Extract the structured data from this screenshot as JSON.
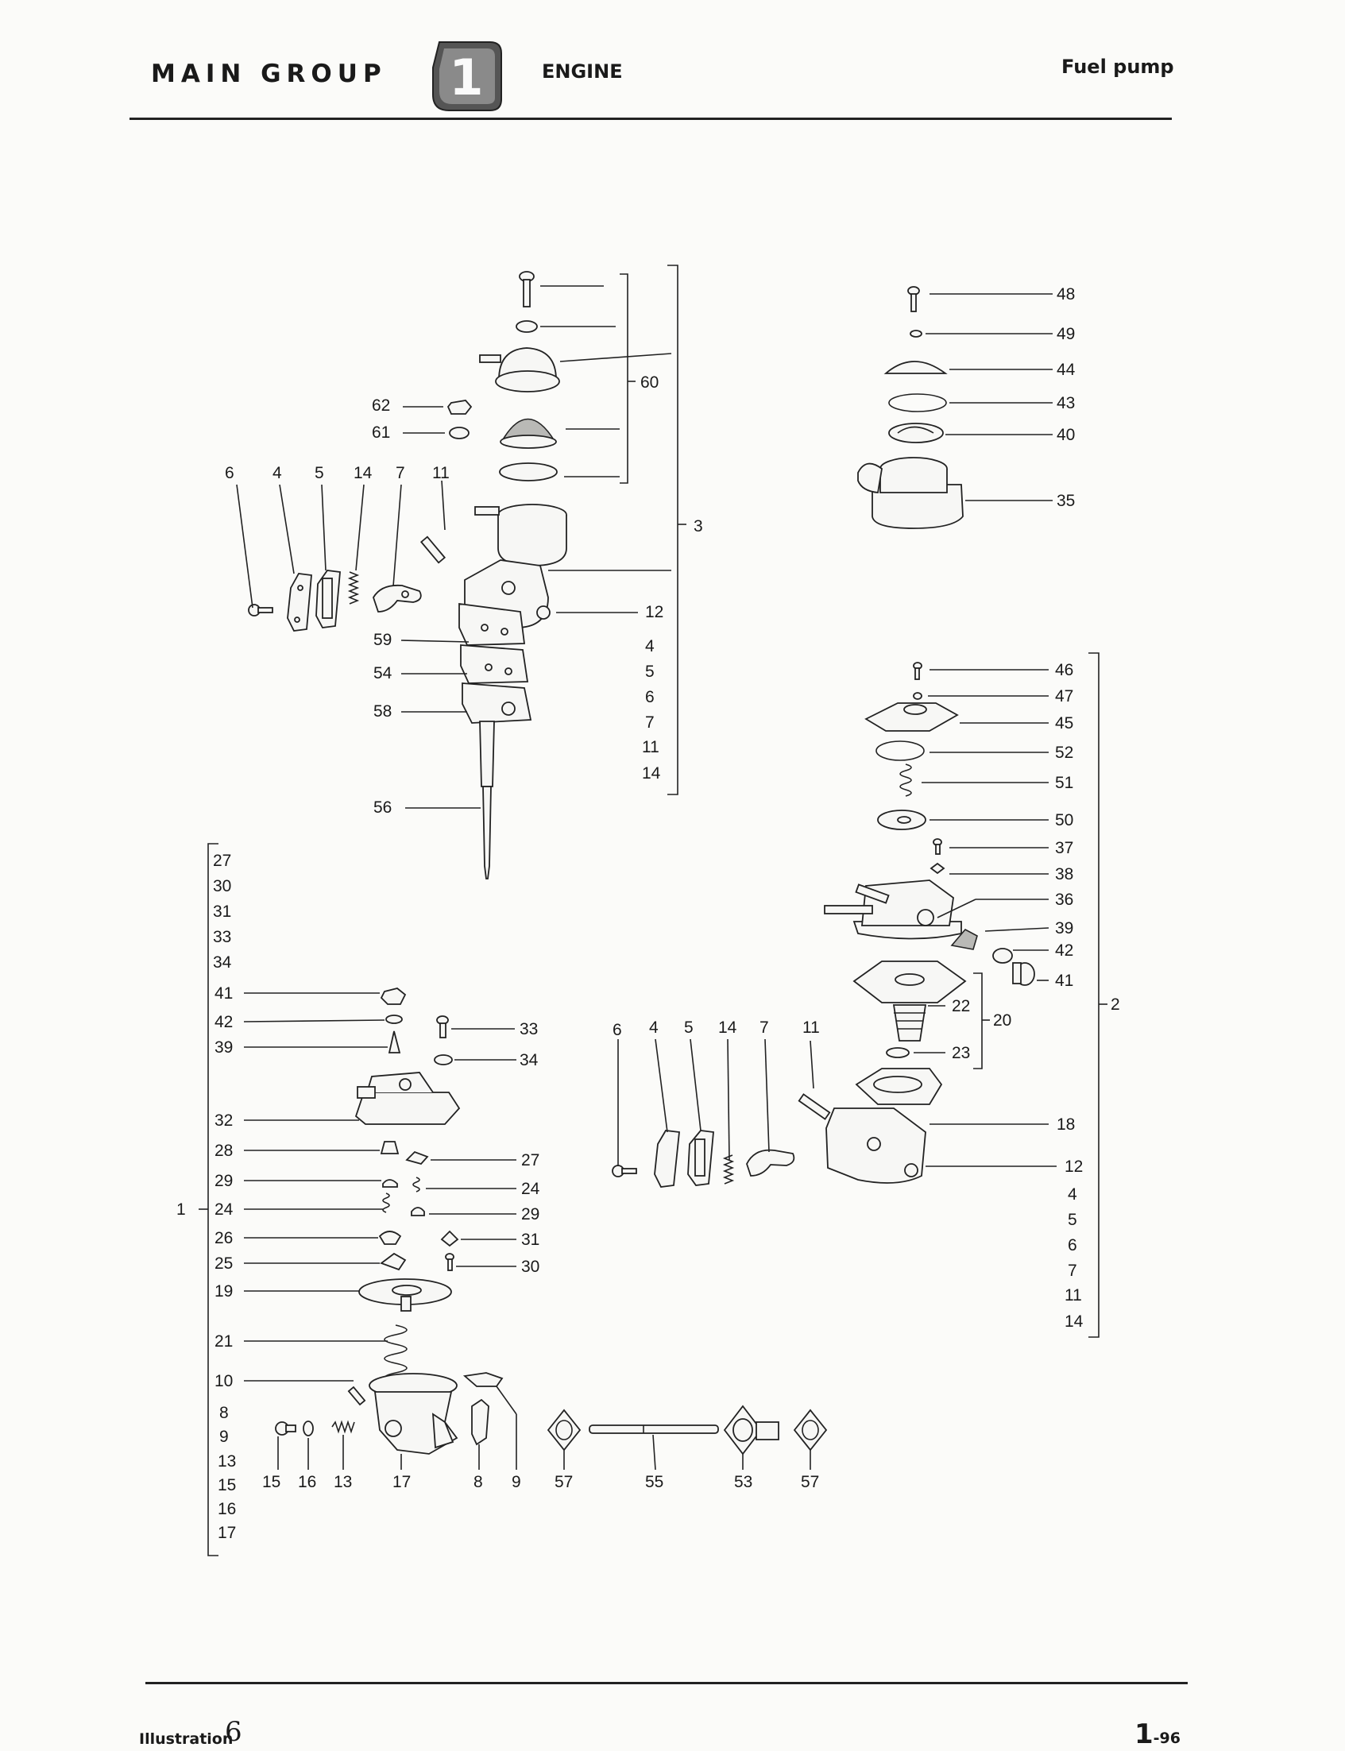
{
  "header": {
    "main_group": "MAIN GROUP",
    "group_number": "1",
    "engine": "ENGINE",
    "section": "Fuel pump"
  },
  "footer": {
    "illustration_label": "Illustration",
    "illustration_number": "6",
    "page_major": "1",
    "page_minor": "-96"
  },
  "labels": {
    "p60": "60",
    "p3": "3",
    "p62": "62",
    "p61": "61",
    "p6a": "6",
    "p4a": "4",
    "p5a": "5",
    "p14a": "14",
    "p7a": "7",
    "p11a": "11",
    "p12a": "12",
    "p59": "59",
    "p54": "54",
    "p58": "58",
    "p56": "56",
    "r3_4": "4",
    "r3_5": "5",
    "r3_6": "6",
    "r3_7": "7",
    "r3_11": "11",
    "r3_14": "14",
    "p48": "48",
    "p49": "49",
    "p44": "44",
    "p43": "43",
    "p40": "40",
    "p35": "35",
    "p46": "46",
    "p47": "47",
    "p45": "45",
    "p52": "52",
    "p51": "51",
    "p50": "50",
    "p37": "37",
    "p38": "38",
    "p36": "36",
    "p39r": "39",
    "p42r": "42",
    "p41r": "41",
    "p22": "22",
    "p20": "20",
    "p23": "23",
    "p2": "2",
    "p6b": "6",
    "p4b": "4",
    "p5b": "5",
    "p14b": "14",
    "p7b": "7",
    "p11b": "11",
    "p18": "18",
    "p12b": "12",
    "r2_4": "4",
    "r2_5": "5",
    "r2_6": "6",
    "r2_7": "7",
    "r2_11": "11",
    "r2_14": "14",
    "l1_27": "27",
    "l1_30": "30",
    "l1_31": "31",
    "l1_33": "33",
    "l1_34": "34",
    "p41l": "41",
    "p42l": "42",
    "p39l": "39",
    "p33": "33",
    "p34": "34",
    "p32": "32",
    "p28": "28",
    "p27": "27",
    "p29a": "29",
    "p24a": "24",
    "p1": "1",
    "p24b": "24",
    "p29b": "29",
    "p26": "26",
    "p31": "31",
    "p25": "25",
    "p30": "30",
    "p19": "19",
    "p21": "21",
    "p10": "10",
    "l1_8": "8",
    "l1_9": "9",
    "l1_13": "13",
    "l1_15": "15",
    "l1_16": "16",
    "l1_17": "17",
    "p15": "15",
    "p16": "16",
    "p13": "13",
    "p17": "17",
    "p8": "8",
    "p9": "9",
    "p57a": "57",
    "p55": "55",
    "p53": "53",
    "p57b": "57"
  }
}
